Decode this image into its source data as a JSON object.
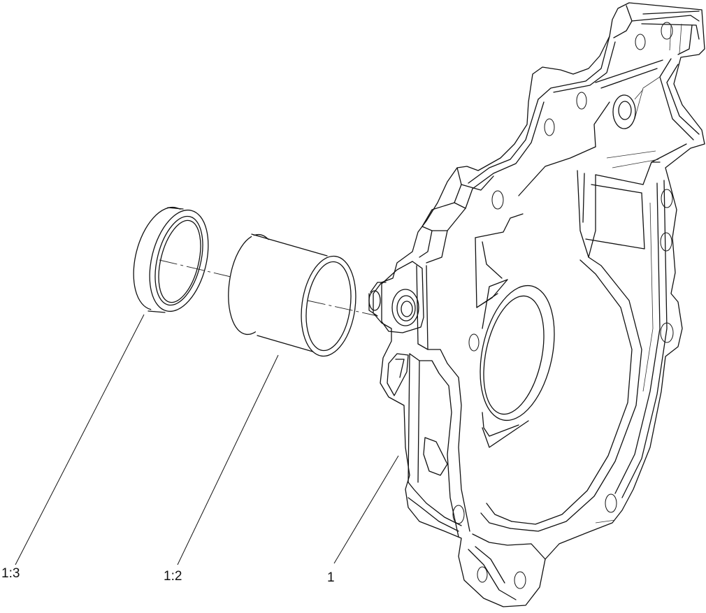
{
  "callouts": [
    {
      "id": "callout-1-3",
      "label": "1:3"
    },
    {
      "id": "callout-1-2",
      "label": "1:2"
    },
    {
      "id": "callout-1",
      "label": "1"
    }
  ]
}
